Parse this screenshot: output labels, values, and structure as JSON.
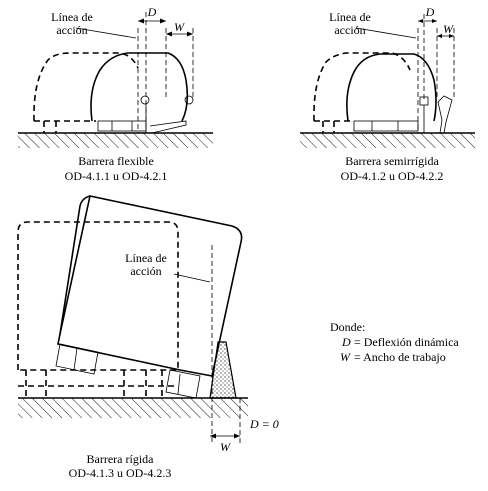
{
  "panels": {
    "flexible": {
      "line_label_1": "Línea de",
      "line_label_2": "acción",
      "dim_d": "D",
      "dim_w": "W",
      "caption_1": "Barrera flexible",
      "caption_2": "OD-4.1.1 u OD-4.2.1"
    },
    "semirigid": {
      "line_label_1": "Línea de",
      "line_label_2": "acción",
      "dim_d": "D",
      "dim_w": "W",
      "caption_1": "Barrera semirrígida",
      "caption_2": "OD-4.1.2 u OD-4.2.2"
    },
    "rigid": {
      "line_label_1": "Línea de",
      "line_label_2": "acción",
      "dim_d_eq": "D = 0",
      "dim_w": "W",
      "caption_1": "Barrera rígida",
      "caption_2": "OD-4.1.3 u OD-4.2.3"
    }
  },
  "legend": {
    "title": "Donde:",
    "d_symbol": "D",
    "d_text": "= Deflexión dinámica",
    "w_symbol": "W",
    "w_text": "= Ancho de trabajo"
  }
}
